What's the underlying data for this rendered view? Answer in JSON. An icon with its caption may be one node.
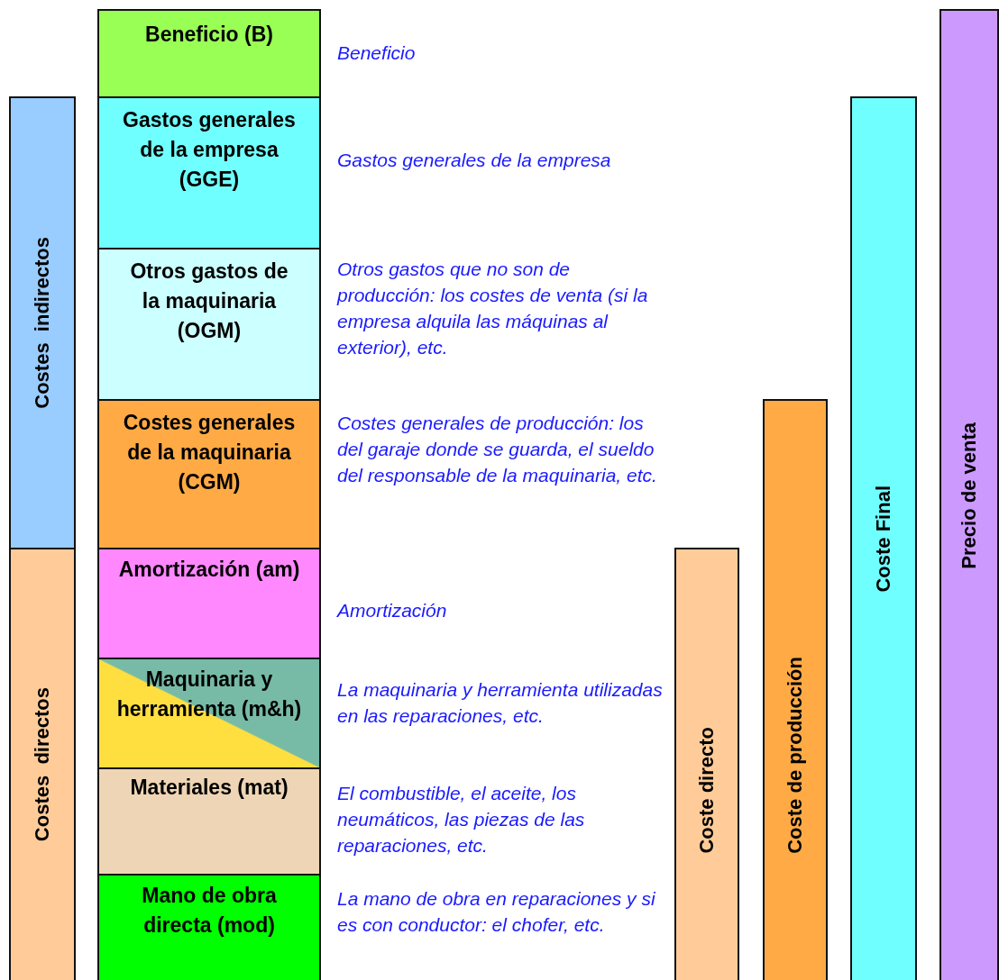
{
  "diagram": {
    "nodes": [
      {
        "text": [
          "Beneficio (B)"
        ],
        "beside": [
          "Beneficio"
        ]
      },
      {
        "text": [
          "Gastos generales de la empresa (GGE)"
        ],
        "beside": [
          "Gastos generales de la empresa"
        ]
      },
      {
        "text": [
          "Otros gastos de la maquinaria (OGM)"
        ],
        "beside": [
          "Otros gastos que no son de producción: los costes de venta (si la empresa alquila las máquinas al exterior), etc."
        ]
      },
      {
        "text": [
          "Costes generales de la maquinaria (CGM)"
        ],
        "beside": [
          "Costes generales de producción: los del garaje donde se guarda, el sueldo del responsable de la maquinaria, etc."
        ]
      },
      {
        "text": [
          "Amortización (am)"
        ],
        "beside": [
          "Amortización"
        ]
      },
      {
        "text": [
          "Maquinaria y herramienta (m&h)"
        ],
        "beside": [
          "La maquinaria y herramienta utilizadas en las reparaciones, etc."
        ]
      },
      {
        "text": [
          "Materiales (mat)"
        ],
        "beside": [
          "El combustible, el aceite, los neumáticos, las piezas de las reparaciones, etc."
        ]
      },
      {
        "text": [
          "Mano de obra directa (mod)"
        ],
        "beside": [
          "La mano de obra en reparaciones y si es con conductor: el chofer, etc."
        ]
      },
      {
        "text": [
          "Costes  indirectos"
        ]
      },
      {
        "text": [
          "Costes  directos"
        ]
      },
      {
        "text": [
          "Coste directo"
        ]
      },
      {
        "text": [
          "Coste de producción"
        ]
      },
      {
        "text": [
          "Coste Final"
        ]
      },
      {
        "text": [
          "Precio de venta"
        ]
      }
    ]
  }
}
